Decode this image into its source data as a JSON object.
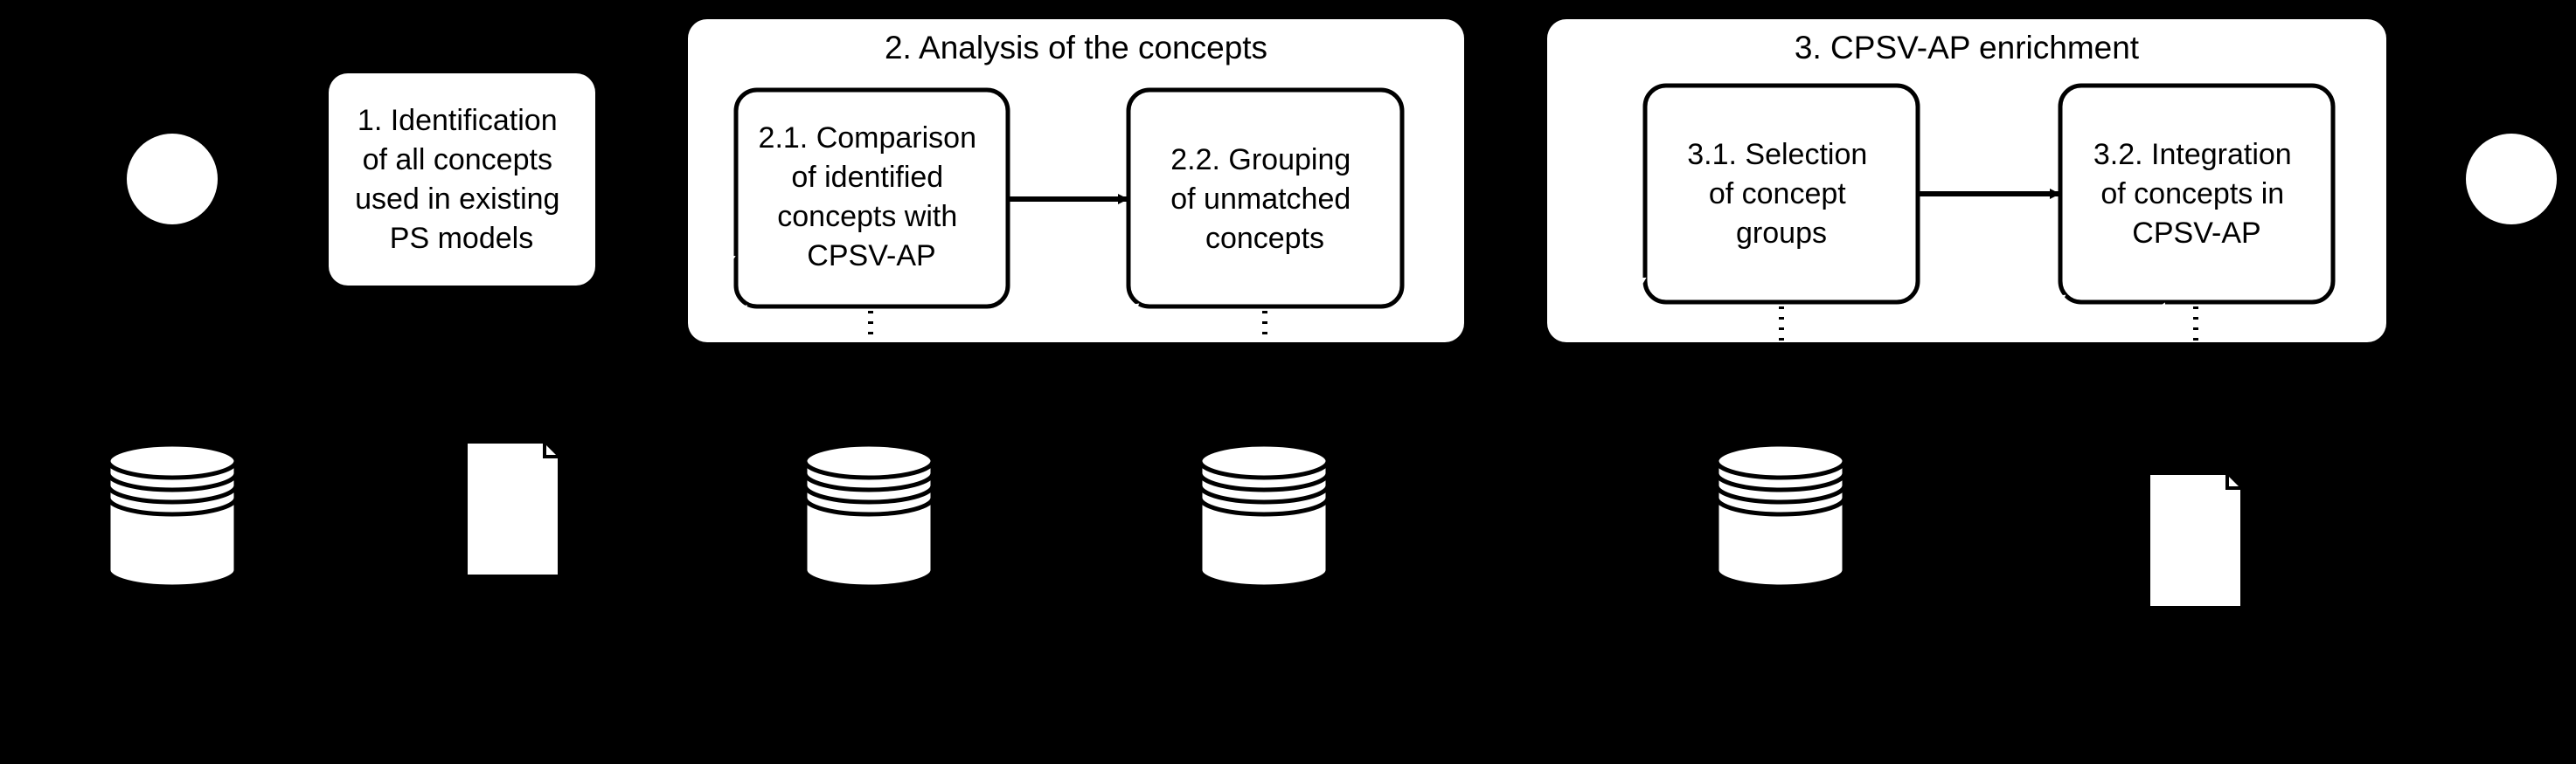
{
  "diagram": {
    "start_event": "",
    "end_event": "",
    "task1": {
      "lines": [
        "1. Identification",
        "of all concepts",
        "used in existing",
        "PS models"
      ]
    },
    "group2": {
      "title": "2. Analysis of the concepts",
      "task21": {
        "lines": [
          "2.1. Comparison",
          "of identified",
          "concepts with",
          "CPSV-AP"
        ]
      },
      "task22": {
        "lines": [
          "2.2. Grouping",
          "of unmatched",
          "concepts"
        ]
      }
    },
    "group3": {
      "title": "3. CPSV-AP enrichment",
      "task31": {
        "lines": [
          "3.1. Selection",
          "of concept",
          "groups"
        ]
      },
      "task32": {
        "lines": [
          "3.2. Integration",
          "of concepts in",
          "CPSV-AP"
        ]
      }
    },
    "data_stores": 4,
    "documents": 2
  }
}
